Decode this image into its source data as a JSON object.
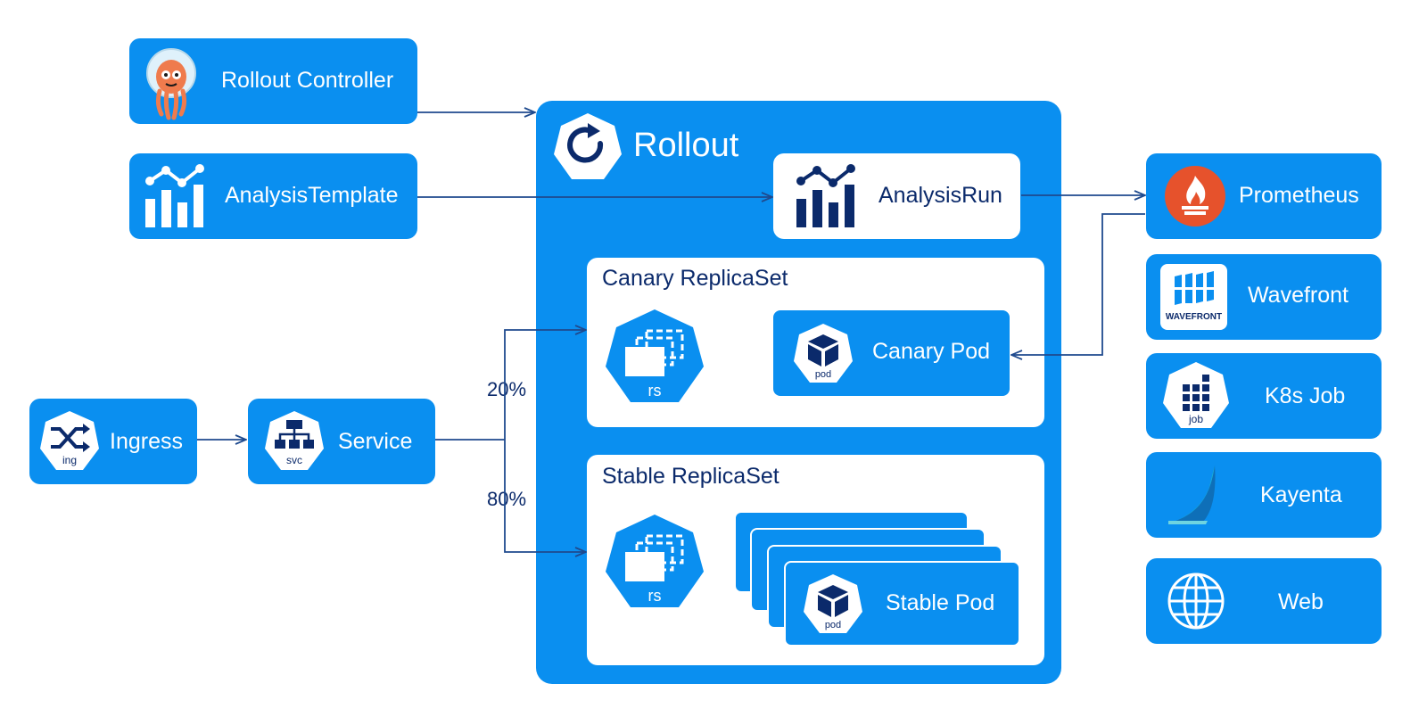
{
  "nodes": {
    "rollout_controller": "Rollout Controller",
    "analysis_template": "AnalysisTemplate",
    "rollout": "Rollout",
    "analysis_run": "AnalysisRun",
    "canary_replicaset": "Canary ReplicaSet",
    "stable_replicaset": "Stable ReplicaSet",
    "canary_pod": "Canary Pod",
    "stable_pod": "Stable Pod",
    "ingress": "Ingress",
    "service": "Service",
    "prometheus": "Prometheus",
    "wavefront": "Wavefront",
    "k8s_job": "K8s Job",
    "kayenta": "Kayenta",
    "web": "Web"
  },
  "icon_text": {
    "rs": "rs",
    "pod": "pod",
    "ing": "ing",
    "svc": "svc",
    "job": "job",
    "wavefront": "WAVEFRONT"
  },
  "traffic": {
    "canary": "20%",
    "stable": "80%"
  },
  "icons": [
    "argo-octopus-icon",
    "analytics-chart-icon",
    "rollout-refresh-icon",
    "replicaset-icon",
    "pod-cube-icon",
    "ingress-shuffle-icon",
    "service-hierarchy-icon",
    "prometheus-flame-icon",
    "wavefront-logo-icon",
    "job-grid-icon",
    "kayenta-sail-icon",
    "globe-icon"
  ],
  "colors": {
    "primary": "#0a8ff0",
    "navy": "#0b2a6b",
    "arrow": "#1f4a8e",
    "prometheus": "#e6522c"
  }
}
